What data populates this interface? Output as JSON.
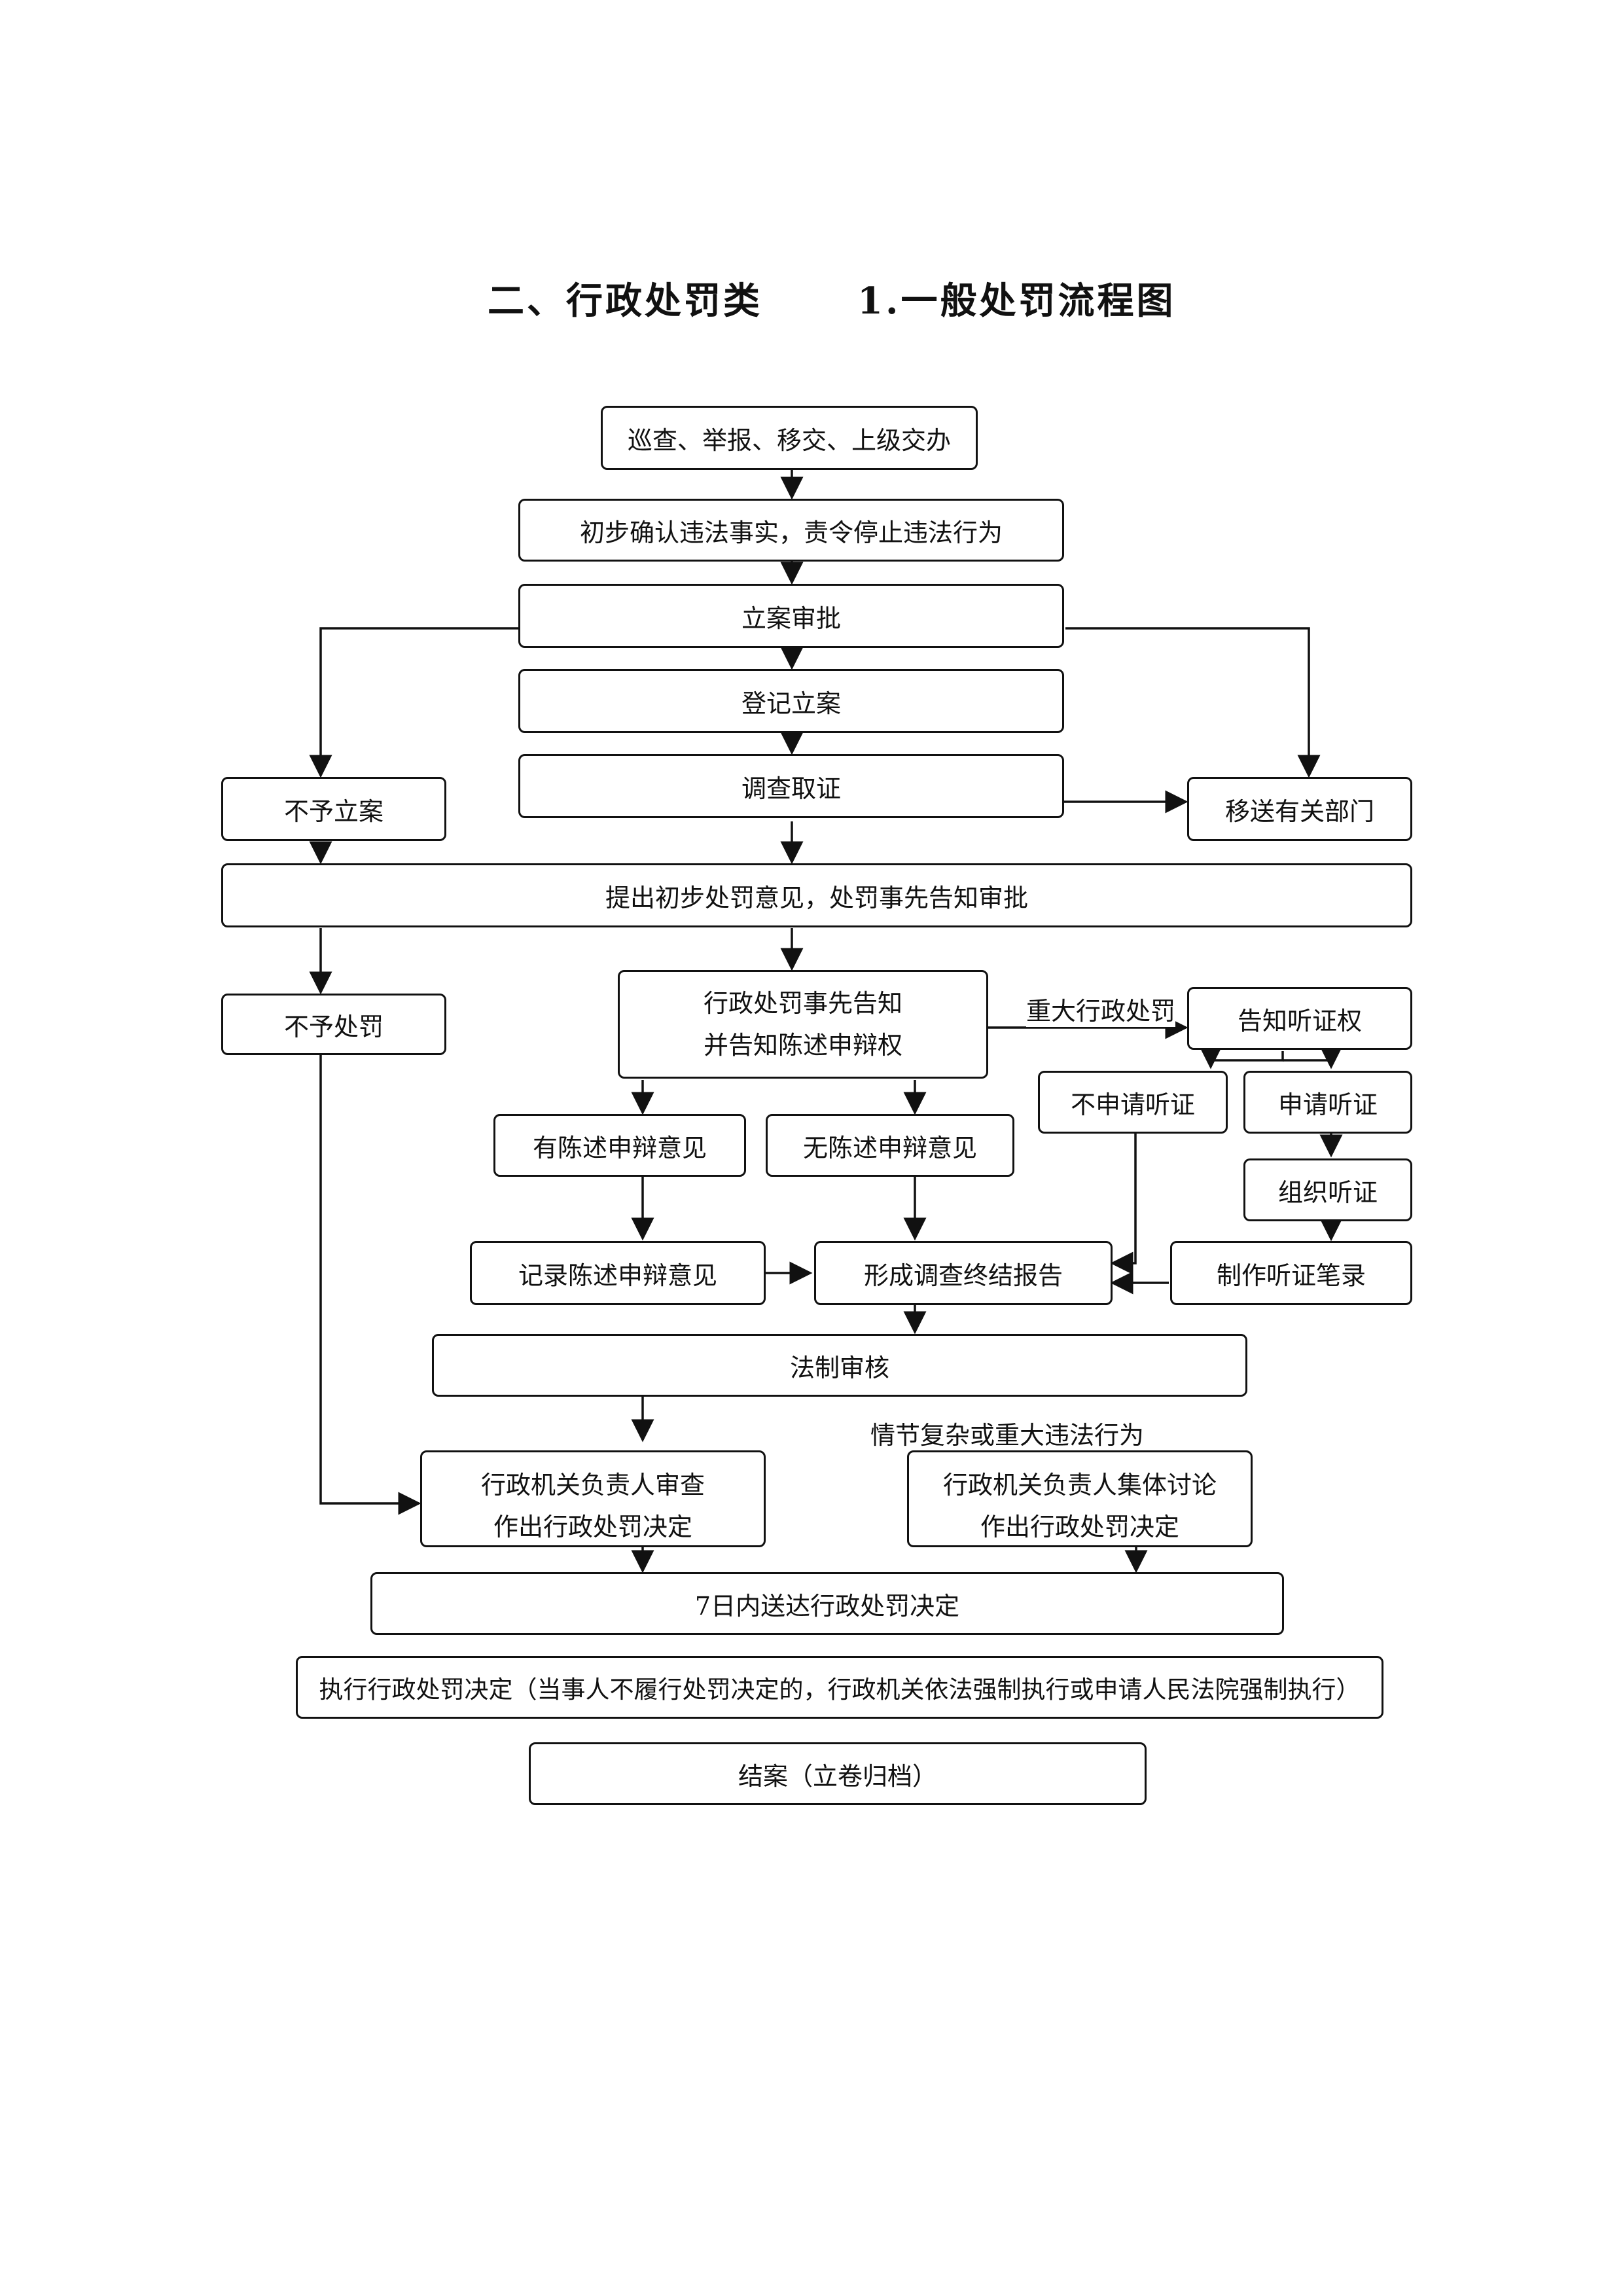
{
  "title": {
    "category": "二、行政处罚类",
    "name": "1.一般处罚流程图"
  },
  "nodes": {
    "patrol": "巡查、举报、移交、上级交办",
    "confirm": "初步确认违法事实，责令停止违法行为",
    "approve": "立案审批",
    "register": "登记立案",
    "investigate": "调查取证",
    "no_case": "不予立案",
    "transfer": "移送有关部门",
    "opinion": "提出初步处罚意见，处罚事先告知审批",
    "no_penalty": "不予处罚",
    "notify_line1": "行政处罚事先告知",
    "notify_line2": "并告知陈述申辩权",
    "hearing_right": "告知听证权",
    "no_hearing": "不申请听证",
    "apply_hearing": "申请听证",
    "has_statement": "有陈述申辩意见",
    "no_statement": "无陈述申辩意见",
    "organize_hearing": "组织听证",
    "record_statement": "记录陈述申辩意见",
    "report": "形成调查终结报告",
    "hearing_record": "制作听证笔录",
    "legal_review": "法制审核",
    "head_review_line1": "行政机关负责人审查",
    "head_review_line2": "作出行政处罚决定",
    "collective_line1": "行政机关负责人集体讨论",
    "collective_line2": "作出行政处罚决定",
    "deliver": "7日内送达行政处罚决定",
    "execute": "执行行政处罚决定（当事人不履行处罚决定的，行政机关依法强制执行或申请人民法院强制执行）",
    "close": "结案（立卷归档）"
  },
  "labels": {
    "major": "重大行政处罚",
    "complex": "情节复杂或重大违法行为"
  }
}
